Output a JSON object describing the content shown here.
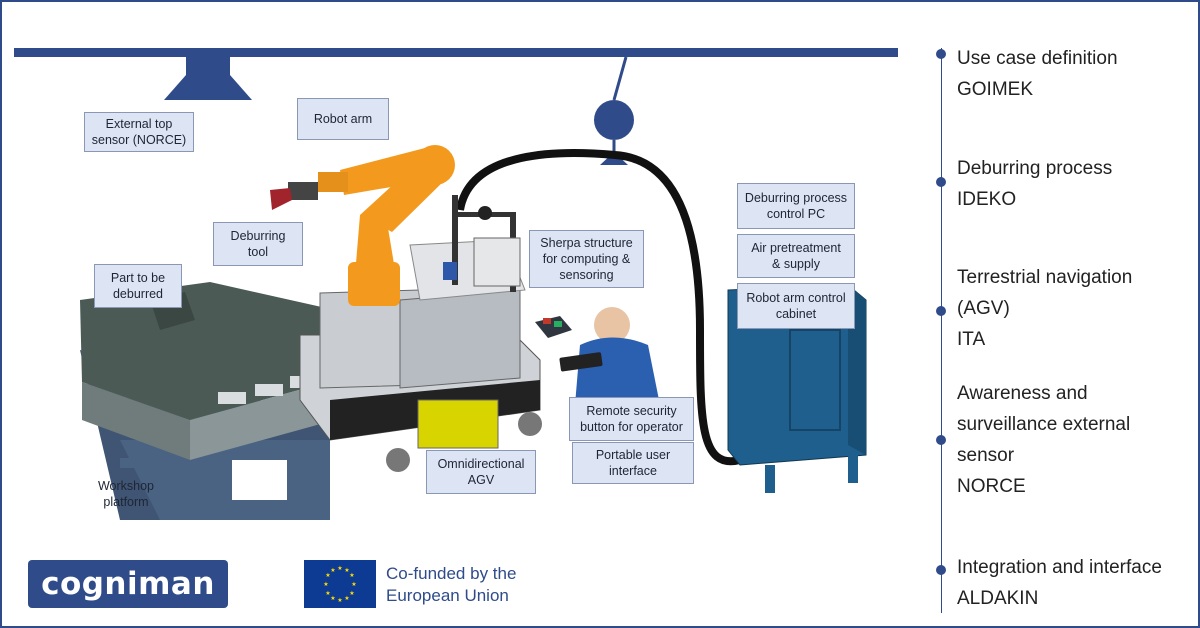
{
  "callouts": {
    "external_top_sensor": "External top\nsensor (NORCE)",
    "robot_arm": "Robot arm",
    "deburring_tool": "Deburring\ntool",
    "part_to_be_deburred": "Part to be\ndeburred",
    "sherpa_structure": "Sherpa structure\nfor computing &\nsensoring",
    "omnidirectional_agv": "Omnidirectional\nAGV",
    "remote_security_button": "Remote security\nbutton for operator",
    "portable_user_interface": "Portable user\ninterface",
    "deburring_process_control_pc": "Deburring process\ncontrol PC",
    "air_pretreatment": "Air pretreatment\n& supply",
    "robot_arm_control_cabinet": "Robot arm control\ncabinet",
    "workshop_platform": "Workshop\nplatform"
  },
  "timeline": [
    {
      "text": "Use case definition\nGOIMEK"
    },
    {
      "text": "Deburring process\nIDEKO"
    },
    {
      "text": "Terrestrial navigation\n(AGV)\nITA"
    },
    {
      "text": " Awareness and\nsurveillance external\nsensor\nNORCE"
    },
    {
      "text": " Integration and interface\nALDAKIN"
    }
  ],
  "logos": {
    "cogniman": "cogniman",
    "eu_funding": "Co-funded by the\nEuropean Union"
  },
  "colors": {
    "brand_blue": "#2f4b8a",
    "callout_bg": "#dde4f3",
    "robot_orange": "#f39a1e",
    "cabinet_blue": "#1f5f8e",
    "eu_blue": "#0d3b94",
    "eu_yellow": "#ffdd00"
  }
}
